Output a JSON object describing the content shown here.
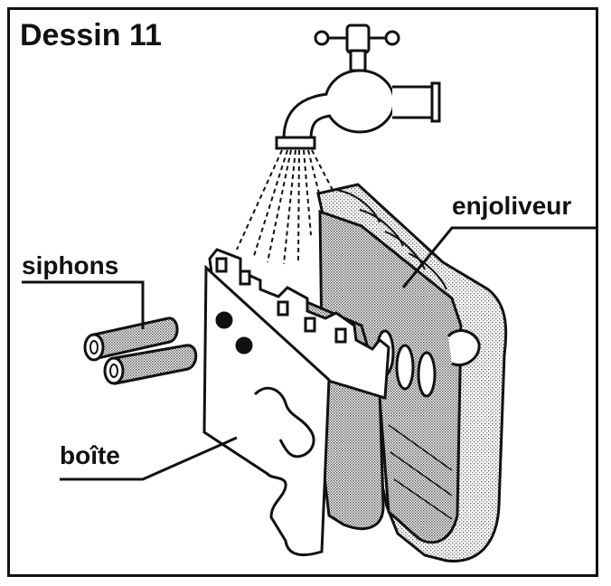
{
  "title": "Dessin 11",
  "labels": {
    "siphons": "siphons",
    "boite": "boîte",
    "enjoliveur": "enjoliveur"
  },
  "colors": {
    "ink": "#111111",
    "shade": "#9a9a9a",
    "paper": "#ffffff"
  }
}
